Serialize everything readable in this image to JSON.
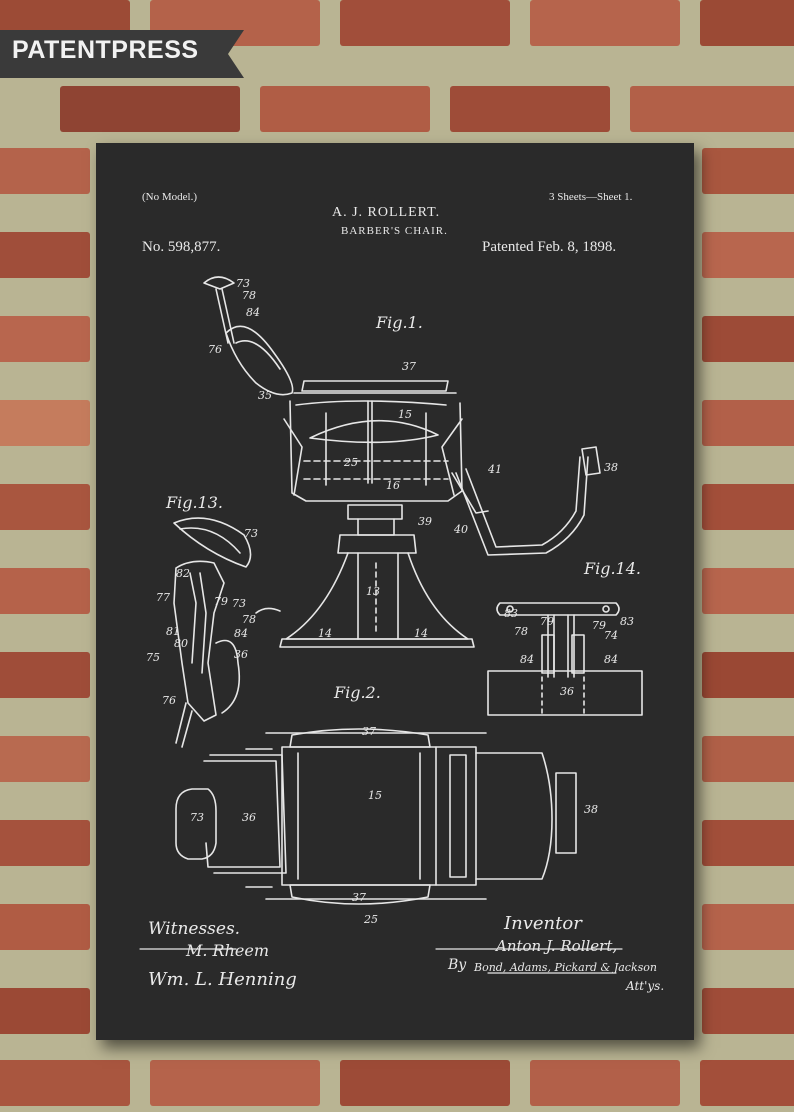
{
  "banner": {
    "text": "PATENTPRESS"
  },
  "patent": {
    "model_note": "(No Model.)",
    "sheets": "3 Sheets—Sheet 1.",
    "inventor_name": "A. J. ROLLERT.",
    "title": "BARBER'S CHAIR.",
    "number": "No. 598,877.",
    "date": "Patented Feb. 8, 1898."
  },
  "figures": {
    "fig1": "Fig.1.",
    "fig13": "Fig.13.",
    "fig14": "Fig.14.",
    "fig2": "Fig.2."
  },
  "signatures": {
    "witnesses_label": "Witnesses.",
    "witness1": "M. Rheem",
    "witness2": "Wm. L. Henning",
    "inventor_label": "Inventor",
    "inventor_sig": "Anton J. Rollert,",
    "by_label": "By",
    "attorneys": "Bond, Adams, Pickard & Jackson",
    "attys": "Att'ys."
  },
  "ref_numbers": {
    "n73": "73",
    "n78": "78",
    "n84": "84",
    "n76": "76",
    "n37": "37",
    "n35": "35",
    "n15": "15",
    "n25": "25",
    "n16": "16",
    "n41": "41",
    "n38": "38",
    "n39": "39",
    "n40": "40",
    "n13": "13",
    "n14": "14",
    "n82": "82",
    "n77": "77",
    "n79": "79",
    "n81": "81",
    "n80": "80",
    "n75": "75",
    "n36": "36",
    "n83": "83",
    "n74": "74"
  },
  "colors": {
    "chalkboard": "#2a2a2a",
    "chalk": "#e9e9e9",
    "banner": "#3a3a3a",
    "mortar": "#b9b493",
    "brick": "#a8553c"
  }
}
